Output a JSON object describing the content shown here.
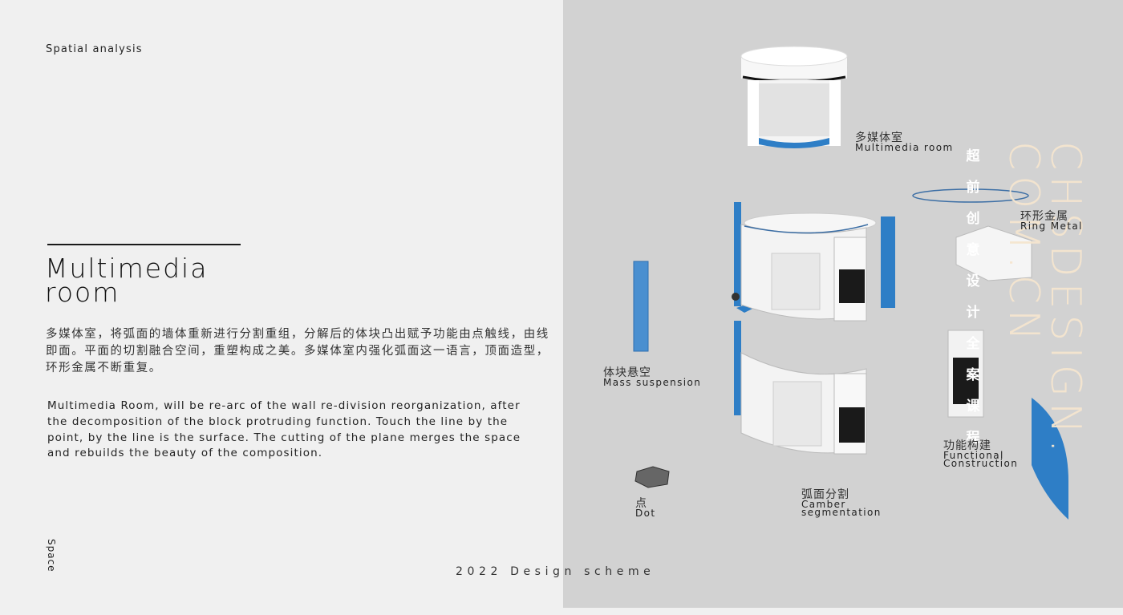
{
  "header": {
    "section": "Spatial analysis"
  },
  "main": {
    "title_line1": "Multimedia",
    "title_line2": "room",
    "cn_text": "多媒体室，将弧面的墙体重新进行分割重组，分解后的体块凸出赋予功能由点触线，由线即面。平面的切割融合空间，重塑构成之美。多媒体室内强化弧面这一语言，顶面造型，环形金属不断重复。",
    "en_text": "Multimedia Room, will be re-arc of the wall re-division reorganization, after the decomposition of the block protruding function. Touch the line by the point, by the line is the surface. The cutting of the plane merges the space and rebuilds the beauty of the composition."
  },
  "side_label": "Space",
  "footer": {
    "text": "2022 Design scheme"
  },
  "labels": {
    "multimedia_cn": "多媒体室",
    "multimedia_en": "Multimedia room",
    "ring_cn": "环形金属",
    "ring_en": "Ring Metal",
    "mass_cn": "体块悬空",
    "mass_en": "Mass suspension",
    "functional_cn": "功能构建",
    "functional_en1": "Functional",
    "functional_en2": "Construction",
    "dot_cn": "点",
    "dot_en": "Dot",
    "camber_cn": "弧面分割",
    "camber_en1": "Camber",
    "camber_en2": "segmentation"
  },
  "watermark": {
    "cn": [
      "超",
      "前",
      "创",
      "意",
      "设",
      "计",
      "全",
      "案",
      "课",
      "程"
    ],
    "en1": "CHSDESIGN.",
    "en2": "COM.CN"
  },
  "colors": {
    "accent_blue": "#2e7ec6",
    "panel_gray": "#d2d2d2",
    "page_bg": "#f0f0f0"
  }
}
